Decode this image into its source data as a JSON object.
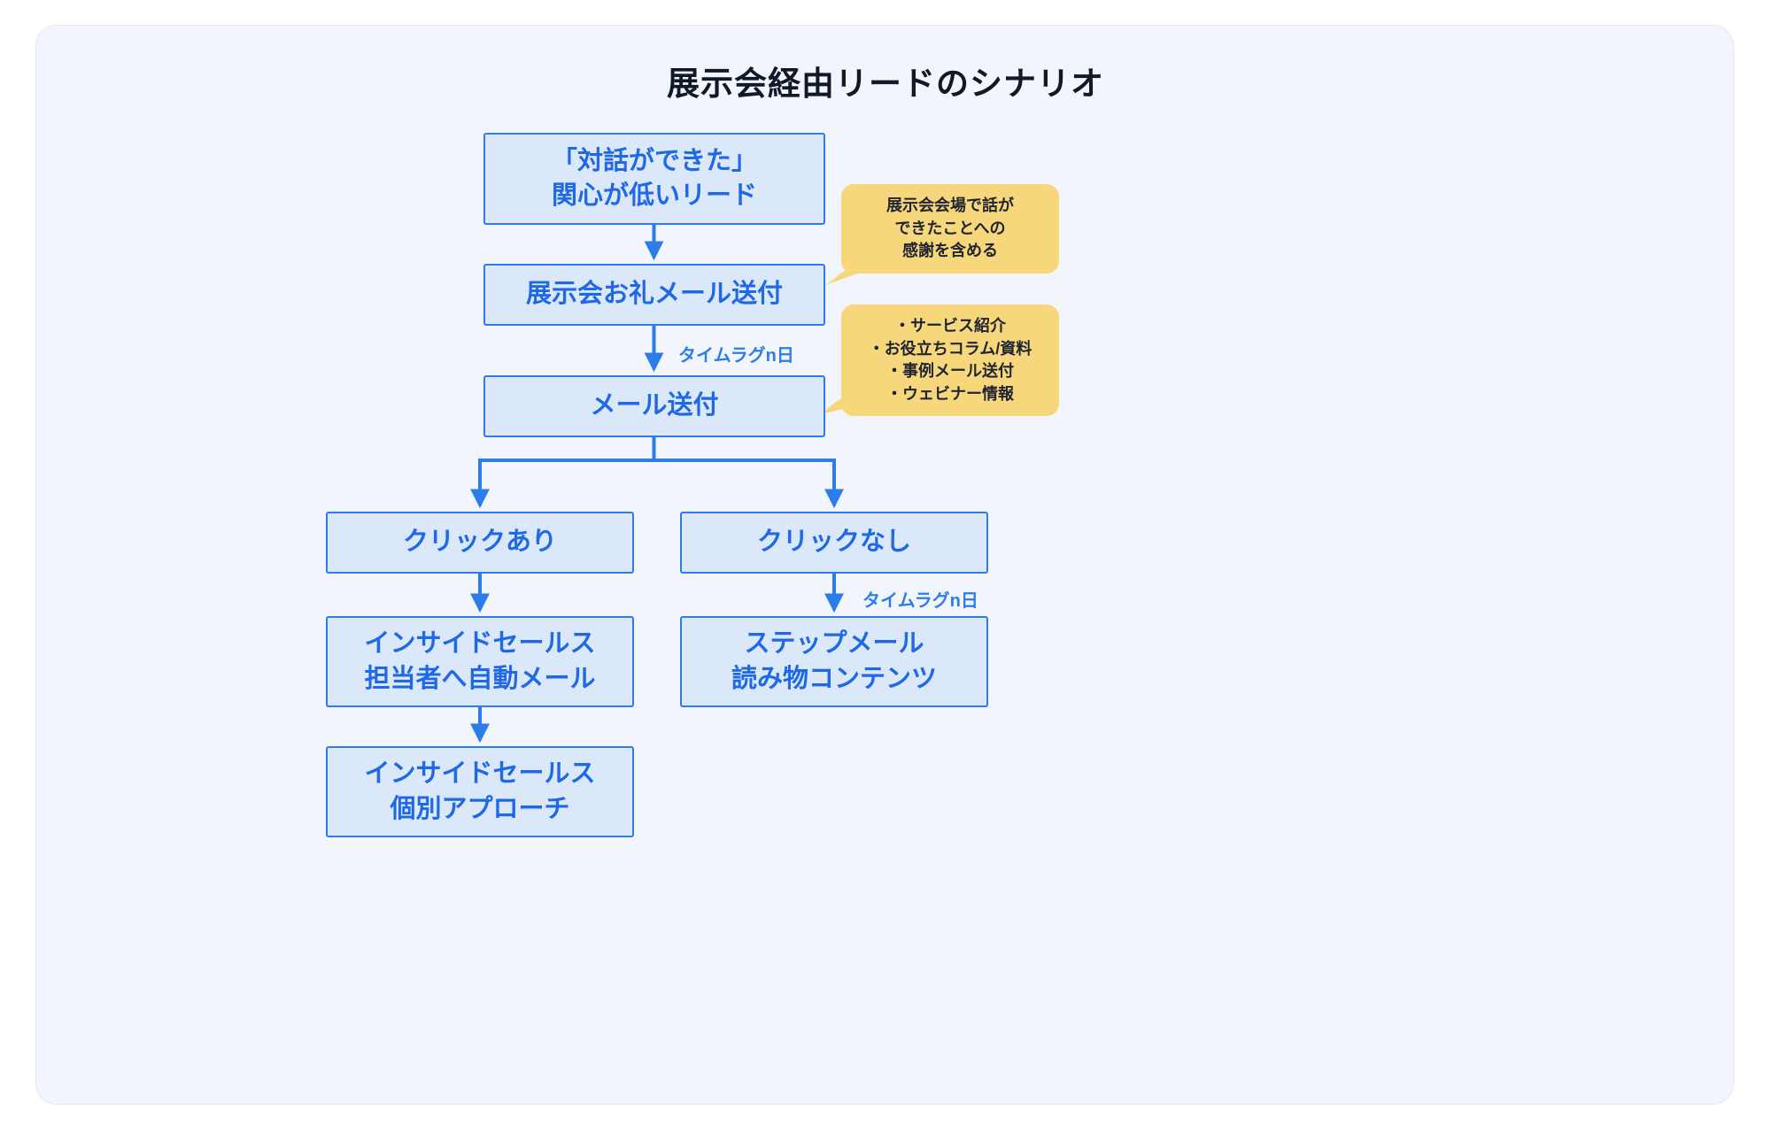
{
  "title": "展示会経由リードのシナリオ",
  "nodes": {
    "lead": {
      "label": "「対話ができた」\n関心が低いリード"
    },
    "thanks_mail": {
      "label": "展示会お礼メール送付"
    },
    "mail": {
      "label": "メール送付"
    },
    "click_yes": {
      "label": "クリックあり"
    },
    "click_no": {
      "label": "クリックなし"
    },
    "inside_auto": {
      "label": "インサイドセールス\n担当者へ自動メール"
    },
    "inside_approach": {
      "label": "インサイドセールス\n個別アプローチ"
    },
    "step_mail": {
      "label": "ステップメール\n読み物コンテンツ"
    }
  },
  "edge_labels": {
    "timelag_1": "タイムラグn日",
    "timelag_2": "タイムラグn日"
  },
  "callouts": {
    "thanks_note": "展示会会場で話が\nできたことへの\n感謝を含める",
    "mail_note": "・サービス紹介\n・お役立ちコラム/資料\n・事例メール送付\n・ウェビナー情報"
  },
  "colors": {
    "accent_blue": "#2b7de9",
    "node_fill": "#dbe8fa",
    "node_border": "#2f7ce9",
    "node_text": "#2069e6",
    "callout_fill": "#f6d77b",
    "panel_bg": "#f2f6fc",
    "title_text": "#111827"
  }
}
